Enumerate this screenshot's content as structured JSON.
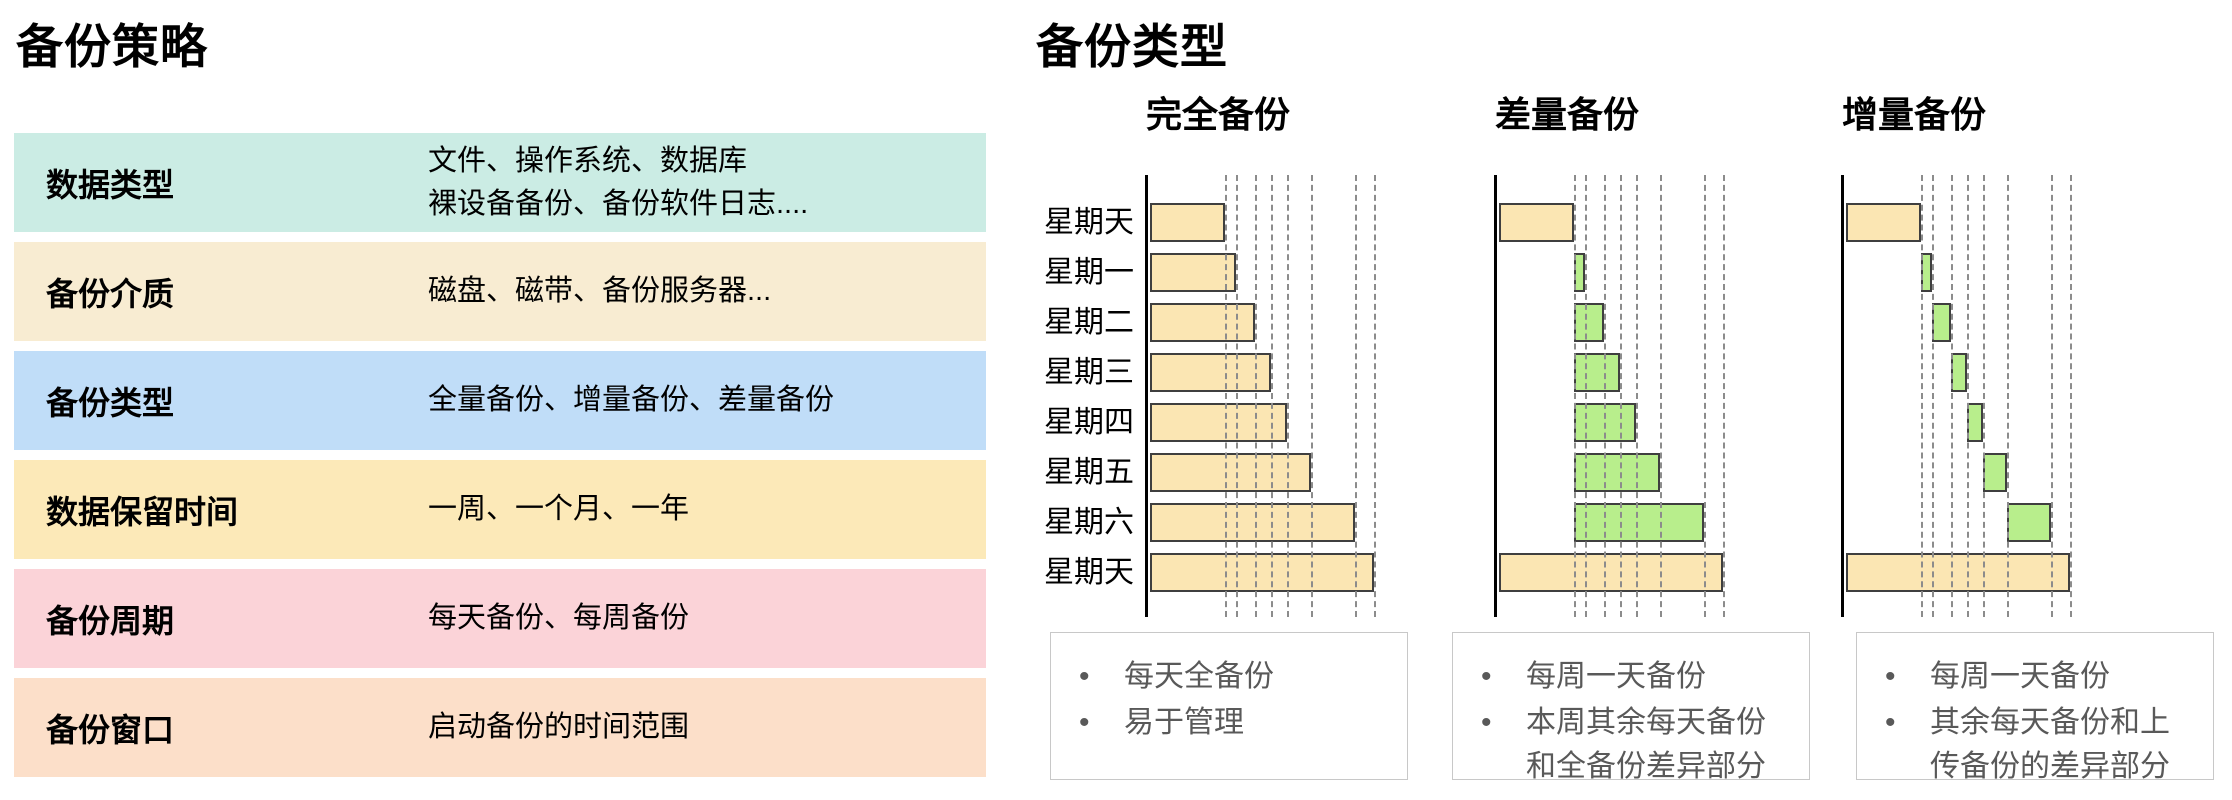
{
  "left_panel": {
    "title": "备份策略",
    "rows": [
      {
        "label": "数据类型",
        "lines": [
          "文件、操作系统、数据库",
          "裸设备备份、备份软件日志...."
        ],
        "bg": "#cbece4"
      },
      {
        "label": "备份介质",
        "lines": [
          "磁盘、磁带、备份服务器..."
        ],
        "bg": "#f8ecd2"
      },
      {
        "label": "备份类型",
        "lines": [
          "全量备份、增量备份、差量备份"
        ],
        "bg": "#c0ddf8"
      },
      {
        "label": "数据保留时间",
        "lines": [
          "一周、一个月、一年"
        ],
        "bg": "#fce9b8"
      },
      {
        "label": "备份周期",
        "lines": [
          "每天备份、每周备份"
        ],
        "bg": "#fbd3d8"
      },
      {
        "label": "备份窗口",
        "lines": [
          "启动备份的时间范围"
        ],
        "bg": "#fcdfc9"
      }
    ]
  },
  "right_panel": {
    "title": "备份类型",
    "colors": {
      "full_backup": "#fbe6b3",
      "partial_backup": "#b8ee8c",
      "bar_border": "#3f3f3f",
      "gridline": "#8c8c8c",
      "axis": "#000000",
      "note_text": "#595959"
    },
    "gridlines_pct": [
      32,
      37,
      45,
      52,
      59,
      69,
      88,
      96
    ]
  },
  "chart_data": [
    {
      "type": "bar",
      "orientation": "horizontal",
      "title": "完全备份",
      "show_day_labels": true,
      "categories": [
        "星期天",
        "星期一",
        "星期二",
        "星期三",
        "星期四",
        "星期五",
        "星期六",
        "星期天"
      ],
      "unit": "percent of weekly data volume backed up",
      "bars": [
        {
          "day": "星期天",
          "start": 0,
          "end": 32,
          "kind": "full"
        },
        {
          "day": "星期一",
          "start": 0,
          "end": 37,
          "kind": "full"
        },
        {
          "day": "星期二",
          "start": 0,
          "end": 45,
          "kind": "full"
        },
        {
          "day": "星期三",
          "start": 0,
          "end": 52,
          "kind": "full"
        },
        {
          "day": "星期四",
          "start": 0,
          "end": 59,
          "kind": "full"
        },
        {
          "day": "星期五",
          "start": 0,
          "end": 69,
          "kind": "full"
        },
        {
          "day": "星期六",
          "start": 0,
          "end": 88,
          "kind": "full"
        },
        {
          "day": "星期天",
          "start": 0,
          "end": 96,
          "kind": "full"
        }
      ],
      "notes": [
        "每天全备份",
        "易于管理"
      ]
    },
    {
      "type": "bar",
      "orientation": "horizontal",
      "title": "差量备份",
      "show_day_labels": false,
      "categories": [
        "星期天",
        "星期一",
        "星期二",
        "星期三",
        "星期四",
        "星期五",
        "星期六",
        "星期天"
      ],
      "unit": "percent of weekly data volume backed up",
      "bars": [
        {
          "day": "星期天",
          "start": 0,
          "end": 32,
          "kind": "full"
        },
        {
          "day": "星期一",
          "start": 32,
          "end": 37,
          "kind": "delta"
        },
        {
          "day": "星期二",
          "start": 32,
          "end": 45,
          "kind": "delta"
        },
        {
          "day": "星期三",
          "start": 32,
          "end": 52,
          "kind": "delta"
        },
        {
          "day": "星期四",
          "start": 32,
          "end": 59,
          "kind": "delta"
        },
        {
          "day": "星期五",
          "start": 32,
          "end": 69,
          "kind": "delta"
        },
        {
          "day": "星期六",
          "start": 32,
          "end": 88,
          "kind": "delta"
        },
        {
          "day": "星期天",
          "start": 0,
          "end": 96,
          "kind": "full"
        }
      ],
      "notes": [
        "每周一天备份",
        "本周其余每天备份和全备份差异部分"
      ]
    },
    {
      "type": "bar",
      "orientation": "horizontal",
      "title": "增量备份",
      "show_day_labels": false,
      "categories": [
        "星期天",
        "星期一",
        "星期二",
        "星期三",
        "星期四",
        "星期五",
        "星期六",
        "星期天"
      ],
      "unit": "percent of weekly data volume backed up",
      "bars": [
        {
          "day": "星期天",
          "start": 0,
          "end": 32,
          "kind": "full"
        },
        {
          "day": "星期一",
          "start": 32,
          "end": 37,
          "kind": "delta"
        },
        {
          "day": "星期二",
          "start": 37,
          "end": 45,
          "kind": "delta"
        },
        {
          "day": "星期三",
          "start": 45,
          "end": 52,
          "kind": "delta"
        },
        {
          "day": "星期四",
          "start": 52,
          "end": 59,
          "kind": "delta"
        },
        {
          "day": "星期五",
          "start": 59,
          "end": 69,
          "kind": "delta"
        },
        {
          "day": "星期六",
          "start": 69,
          "end": 88,
          "kind": "delta"
        },
        {
          "day": "星期天",
          "start": 0,
          "end": 96,
          "kind": "full"
        }
      ],
      "notes": [
        "每周一天备份",
        "其余每天备份和上传备份的差异部分"
      ]
    }
  ]
}
